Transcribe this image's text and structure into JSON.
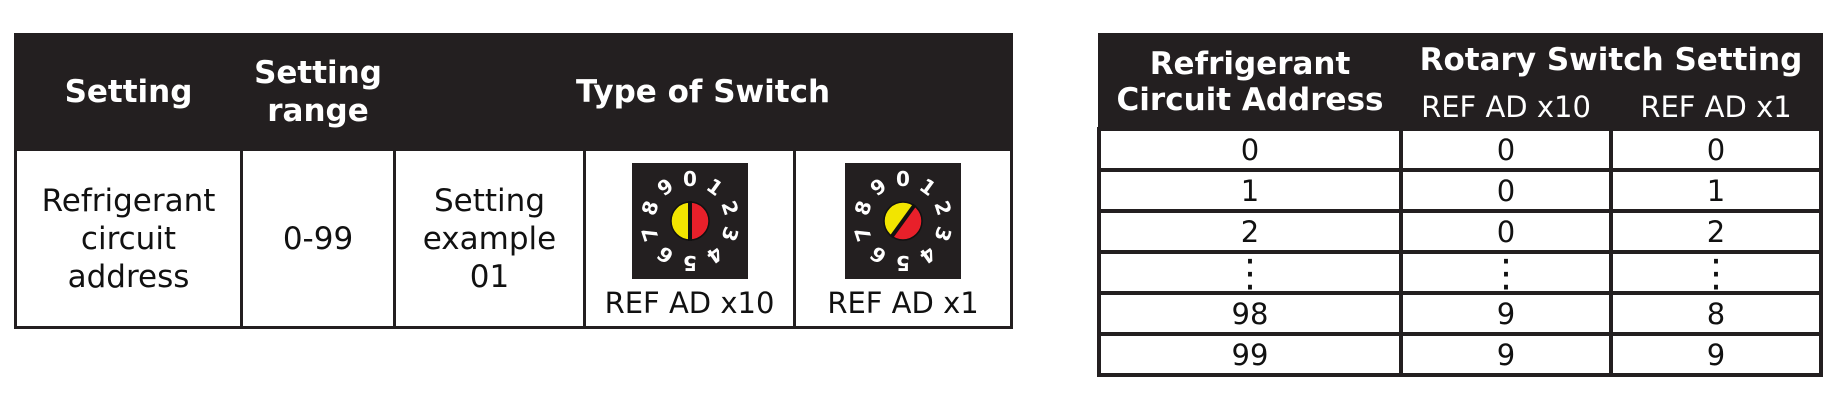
{
  "setting_table": {
    "headers": {
      "setting": "Setting",
      "range": "Setting range",
      "type": "Type of Switch"
    },
    "row": {
      "setting": "Refrigerant circuit address",
      "range": "0-99",
      "example": "Setting example 01"
    },
    "switches": [
      {
        "label": "REF AD x10",
        "setting": 0,
        "digits": [
          "0",
          "1",
          "2",
          "3",
          "4",
          "5",
          "6",
          "7",
          "8",
          "9"
        ],
        "colors": {
          "face": "#231f20",
          "left": "#f2e500",
          "right": "#e8202a",
          "digit": "#ffffff"
        }
      },
      {
        "label": "REF AD x1",
        "setting": 1,
        "digits": [
          "0",
          "1",
          "2",
          "3",
          "4",
          "5",
          "6",
          "7",
          "8",
          "9"
        ],
        "colors": {
          "face": "#231f20",
          "left": "#f2e500",
          "right": "#e8202a",
          "digit": "#ffffff"
        }
      }
    ]
  },
  "rotary_table": {
    "headers": {
      "address": "Refrigerant Circuit Address",
      "rotary": "Rotary Switch Setting",
      "x10": "REF AD x10",
      "x1": "REF AD x1"
    },
    "rows": [
      [
        "0",
        "0",
        "0"
      ],
      [
        "1",
        "0",
        "1"
      ],
      [
        "2",
        "0",
        "2"
      ],
      [
        "⋮",
        "⋮",
        "⋮"
      ],
      [
        "98",
        "9",
        "8"
      ],
      [
        "99",
        "9",
        "9"
      ]
    ]
  }
}
